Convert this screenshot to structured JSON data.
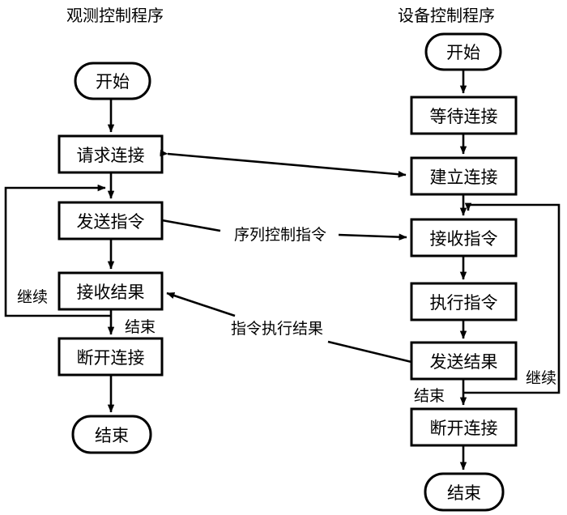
{
  "diagram": {
    "title_left": "观测控制程序",
    "title_right": "设备控制程序",
    "columns": [
      {
        "id": "observation-control-program",
        "title": "观测控制程序",
        "nodes": [
          {
            "id": "left-start",
            "label": "开始",
            "shape": "terminator"
          },
          {
            "id": "left-request-conn",
            "label": "请求连接",
            "shape": "process"
          },
          {
            "id": "left-send-cmd",
            "label": "发送指令",
            "shape": "process"
          },
          {
            "id": "left-recv-result",
            "label": "接收结果",
            "shape": "process"
          },
          {
            "id": "left-disconnect",
            "label": "断开连接",
            "shape": "process"
          },
          {
            "id": "left-end",
            "label": "结束",
            "shape": "terminator"
          }
        ],
        "edge_labels": [
          {
            "id": "left-loop-continue",
            "label": "继续"
          },
          {
            "id": "left-branch-finish",
            "label": "结束"
          }
        ]
      },
      {
        "id": "device-control-program",
        "title": "设备控制程序",
        "nodes": [
          {
            "id": "right-start",
            "label": "开始",
            "shape": "terminator"
          },
          {
            "id": "right-wait-conn",
            "label": "等待连接",
            "shape": "process"
          },
          {
            "id": "right-establish",
            "label": "建立连接",
            "shape": "process"
          },
          {
            "id": "right-recv-cmd",
            "label": "接收指令",
            "shape": "process"
          },
          {
            "id": "right-exec-cmd",
            "label": "执行指令",
            "shape": "process"
          },
          {
            "id": "right-send-result",
            "label": "发送结果",
            "shape": "process"
          },
          {
            "id": "right-disconnect",
            "label": "断开连接",
            "shape": "process"
          },
          {
            "id": "right-end",
            "label": "结束",
            "shape": "terminator"
          }
        ],
        "edge_labels": [
          {
            "id": "right-loop-continue",
            "label": "继续"
          },
          {
            "id": "right-branch-finish",
            "label": "结束"
          }
        ]
      }
    ],
    "cross_links": [
      {
        "id": "link-sequence-control-command",
        "label": "序列控制指令",
        "from": "left-send-cmd",
        "to": "right-recv-cmd"
      },
      {
        "id": "link-command-exec-result",
        "label": "指令执行结果",
        "from": "right-send-result",
        "to": "left-recv-result"
      }
    ],
    "colors": {
      "stroke": "#000000",
      "fill": "#ffffff",
      "text": "#000000"
    }
  }
}
